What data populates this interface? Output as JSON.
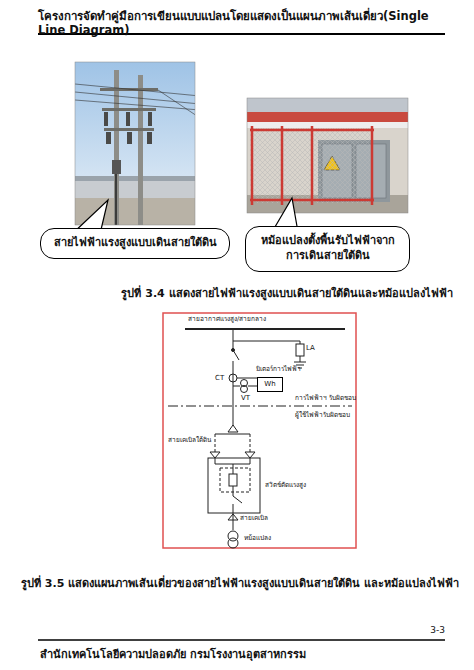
{
  "diagram": {
    "title": "โครงการจัดทำคู่มือการเขียนแบบแปลนโดยแสดงเป็นแผนภาพเส้นเดี่ยว(Single Line Diagram)",
    "nodes": [
      {
        "text": [
          "สายไฟฟ้าแรงสูงแบบเดินสายใต้ดิน"
        ]
      },
      {
        "text": [
          "หม้อแปลงตั้งพื้นรับไฟฟ้าจาก การเดินสายใต้ดิน"
        ]
      },
      {
        "text": [
          "Wh"
        ]
      }
    ],
    "labels": [
      "รูปที่ 3.4 แสดงสายไฟฟ้าแรงสูงแบบเดินสายใต้ดินและหม้อแปลงไฟฟ้า",
      "สายอากาศแรงสูง/สายกลาง",
      "LA",
      "มิเตอร์การไฟฟ้า",
      "CT",
      "VT",
      "การไฟฟ้าฯ รับผิดชอบ",
      "ผู้ใช้ไฟฟ้ารับผิดชอบ",
      "สายเคเบิลใต้ดิน",
      "สวิตช์ตัดแรงสูง",
      "สายเคเบิล",
      "หม้อแปลง",
      "รูปที่ 3.5 แสดงแผนภาพเส้นเดี่ยวของสายไฟฟ้าแรงสูงแบบเดินสายใต้ดิน และหม้อแปลงไฟฟ้า",
      "3-3",
      "สำนักเทคโนโลยีความปลอดภัย กรมโรงงานอุตสาหกรรม"
    ]
  }
}
